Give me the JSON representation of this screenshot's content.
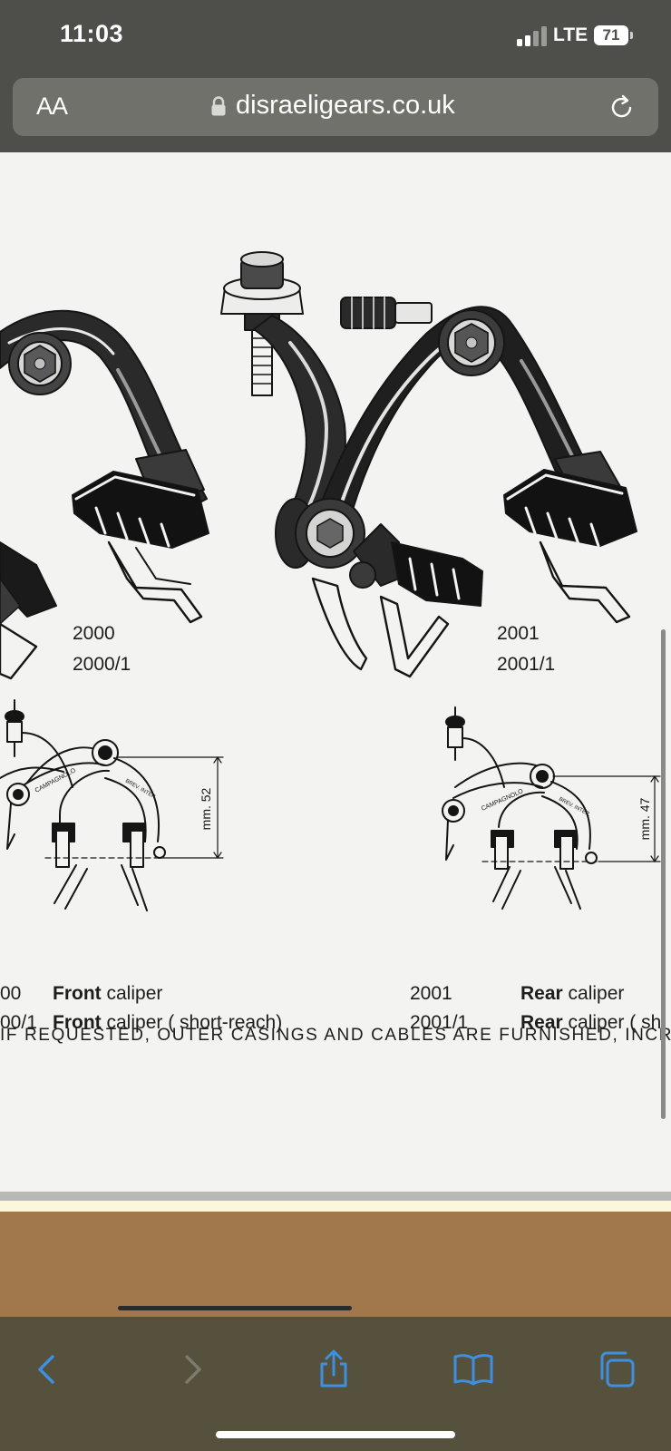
{
  "status_bar": {
    "time": "11:03",
    "network": "LTE",
    "battery": "71"
  },
  "url_bar": {
    "text_size_label": "AA",
    "url": "disraeligears.co.uk"
  },
  "page": {
    "models": {
      "front_top": "2000",
      "front_bottom": "2000/1",
      "rear_top": "2001",
      "rear_bottom": "2001/1"
    },
    "dimensions": {
      "front": "mm. 52",
      "rear": "mm. 47"
    },
    "engraving": {
      "brand": "CAMPAGNOLO",
      "patent": "BREV. INTER."
    },
    "specs": [
      {
        "code": "00",
        "type": "Front",
        "desc": "caliper"
      },
      {
        "code": "00/1",
        "type": "Front",
        "desc": "caliper ( short-reach)"
      },
      {
        "code": "2001",
        "type": "Rear",
        "desc": "caliper"
      },
      {
        "code": "2001/1",
        "type": "Rear",
        "desc": "caliper ( sh"
      }
    ],
    "footnote": "IF REQUESTED, OUTER CASINGS AND CABLES ARE FURNISHED, INCREA"
  },
  "colors": {
    "chrome": "#4e4e4a",
    "url_bar": "#71716c",
    "toolbar": "#56513c",
    "toolbar_icon": "#3d8fe0",
    "toolbar_icon_disabled": "#7d7a6e",
    "paper": "#f3f3f1",
    "wood": "#a0784b"
  },
  "icons": {
    "signal": "signal-bars-icon",
    "lock": "lock-icon",
    "reload": "reload-icon",
    "back": "chevron-left-icon",
    "forward": "chevron-right-icon",
    "share": "share-icon",
    "bookmarks": "book-icon",
    "tabs": "tabs-icon"
  }
}
